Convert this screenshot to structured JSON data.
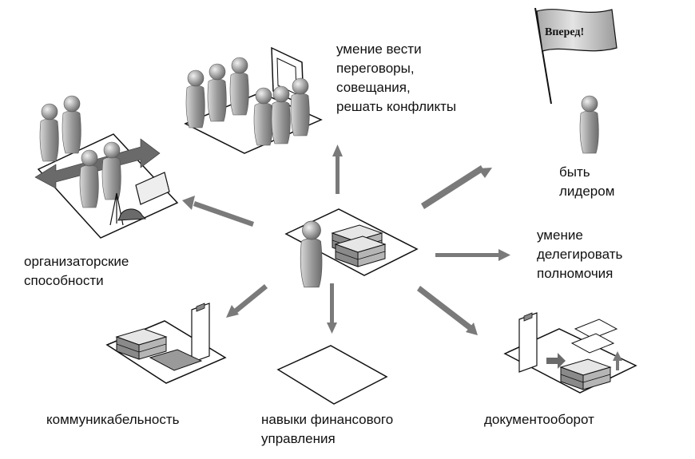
{
  "flag": {
    "text": "Вперед!"
  },
  "skills": {
    "negotiation": [
      "умение вести",
      "переговоры,",
      "совещания,",
      "решать конфликты"
    ],
    "leadership": [
      "быть",
      "лидером"
    ],
    "organization": [
      "организаторские",
      "способности"
    ],
    "delegation": [
      "умение",
      "делегировать",
      "полномочия"
    ],
    "communication": [
      "коммуникабельность"
    ],
    "finance": [
      "навыки финансового",
      "управления"
    ],
    "documents": [
      "документооборот"
    ]
  },
  "colors": {
    "arrow": "#7a7a7a",
    "figure": "#9a9a9a",
    "line": "#111111",
    "text": "#111111"
  }
}
